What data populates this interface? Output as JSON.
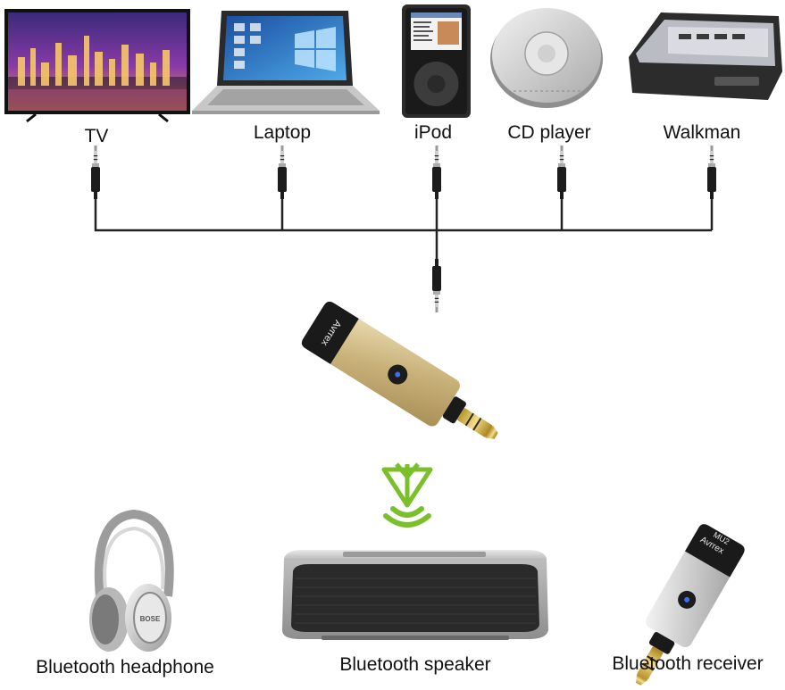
{
  "sources": [
    {
      "label": "TV",
      "icon": "tv-icon"
    },
    {
      "label": "Laptop",
      "icon": "laptop-icon"
    },
    {
      "label": "iPod",
      "icon": "ipod-icon"
    },
    {
      "label": "CD player",
      "icon": "cd-player-icon"
    },
    {
      "label": "Walkman",
      "icon": "walkman-icon"
    }
  ],
  "transmitter": {
    "brand": "Avrrex",
    "icon": "bluetooth-transmitter-icon"
  },
  "bluetooth_symbol": {
    "icon": "bluetooth-icon",
    "color": "#7bbf2a"
  },
  "receivers": [
    {
      "label": "Bluetooth headphone",
      "icon": "headphone-icon"
    },
    {
      "label": "Bluetooth speaker",
      "icon": "speaker-icon"
    },
    {
      "label": "Bluetooth receiver",
      "icon": "receiver-icon",
      "brand": "Avrrex",
      "model": "MU2"
    }
  ],
  "colors": {
    "cable": "#222222",
    "gold": "#c9b27a",
    "bluetooth_green": "#7bbf2a"
  }
}
